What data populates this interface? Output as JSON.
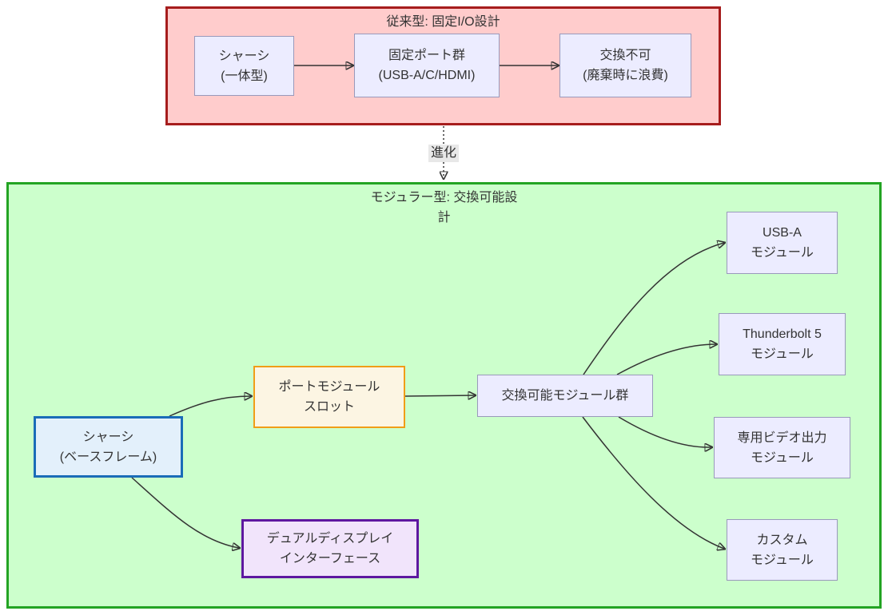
{
  "diagram": {
    "traditional": {
      "title": "従来型: 固定I/O設計",
      "chassis": {
        "line1": "シャーシ",
        "line2": "(一体型)"
      },
      "fixed_ports": {
        "line1": "固定ポート群",
        "line2": "(USB-A/C/HDMI)"
      },
      "non_exchangeable": {
        "line1": "交換不可",
        "line2": "(廃棄時に浪費)"
      }
    },
    "evolution_label": "進化",
    "modular": {
      "title_lines": [
        "モジュラー型: 交換可能設",
        "計"
      ],
      "base_chassis": {
        "line1": "シャーシ",
        "line2": "(ベースフレーム)"
      },
      "port_module_slot": {
        "line1": "ポートモジュール",
        "line2": "スロット"
      },
      "dual_display": {
        "line1": "デュアルディスプレイ",
        "line2": "インターフェース"
      },
      "exchangeable_modules": {
        "label": "交換可能モジュール群"
      },
      "usb_a_module": {
        "line1": "USB-A",
        "line2": "モジュール"
      },
      "thunderbolt_module": {
        "line1": "Thunderbolt 5",
        "line2": "モジュール"
      },
      "video_module": {
        "line1": "専用ビデオ出力",
        "line2": "モジュール"
      },
      "custom_module": {
        "line1": "カスタム",
        "line2": "モジュール"
      }
    },
    "colors": {
      "traditional_fill": "#ffcccc",
      "traditional_border": "#a61d1d",
      "modular_fill": "#ccffcc",
      "modular_border": "#23a423",
      "default_node_fill": "#ececff",
      "default_node_border": "#9999bb",
      "chassis_fill": "#e3f0fb",
      "chassis_border": "#1a6cb8",
      "slot_fill": "#fcf5e3",
      "slot_border": "#f09d17",
      "display_fill": "#f1e4fb",
      "display_border": "#5e18a0",
      "edge": "#333333",
      "edge_label_bg": "#e8e8e8",
      "text": "#333333"
    }
  }
}
